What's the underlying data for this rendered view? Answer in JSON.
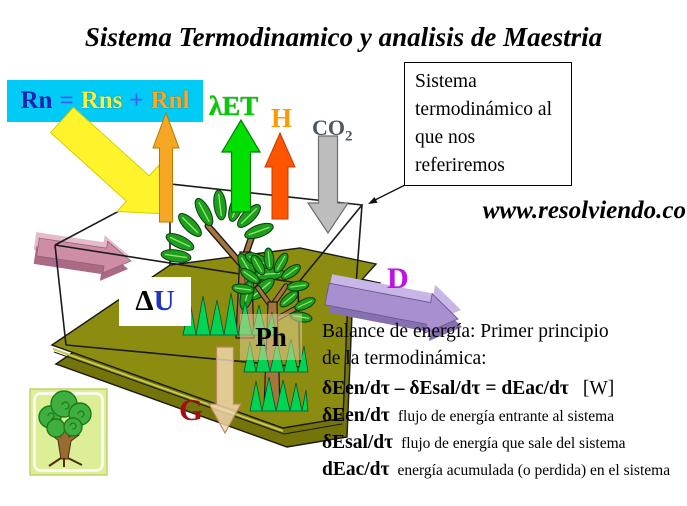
{
  "title": "Sistema Termodinamico y analisis de Maestria",
  "net_radiation": {
    "rn": "Rn",
    "equals": "=",
    "rns": "Rns",
    "plus": "+",
    "rnl": "Rnl"
  },
  "fluxes": {
    "latent_heat": "λET",
    "sensible_heat": "H",
    "co2": "CO",
    "co2_subscript": "2",
    "heat_storage_delta": "Δ",
    "heat_storage_u": "U",
    "photosynthesis": "Ph",
    "ground_heat": "G",
    "advection": "D"
  },
  "system_note": "Sistema termodinámico al que nos referiremos",
  "website": "www.resolviendo.co",
  "energy_balance": {
    "heading_line1": "Balance de energía: Primer principio",
    "heading_line2": "de la termodinámica:",
    "equation": "δEen/dτ – δEsal/dτ = dEac/dτ",
    "equation_units": "[W]",
    "terms": [
      {
        "symbol": "δEen/dτ",
        "definition": "flujo de energía entrante al sistema"
      },
      {
        "symbol": "δEsal/dτ",
        "definition": "flujo de energía que sale del sistema"
      },
      {
        "symbol": "dEac/dτ",
        "definition": "energía acumulada (o perdida) en el sistema"
      }
    ]
  },
  "colors": {
    "cyan_panel": "#00CBF7",
    "rn_text": "#1F1FB4",
    "rns_text": "#F2F23E",
    "rnl_text": "#FFA81F",
    "operators_text": "#3E5CFF",
    "latent_heat_label": "#00CE00",
    "sensible_heat_label": "#FF9900",
    "co2_label": "#4D5766",
    "ground_heat_label": "#A01010",
    "advection_label": "#BE12E8",
    "solar_arrow": "#FFF32B",
    "longwave_up_arrow": "#F5A623",
    "latent_heat_arrow": "#00DF00",
    "sensible_heat_arrow": "#FF5500",
    "co2_arrow": "#BDBDBD",
    "advection_in_arrow": "#CE8CA6",
    "advection_out_arrow": "#A78FD0",
    "ground_heat_arrow": "#F4D8B2",
    "soil_platform": "#8C8C10"
  }
}
